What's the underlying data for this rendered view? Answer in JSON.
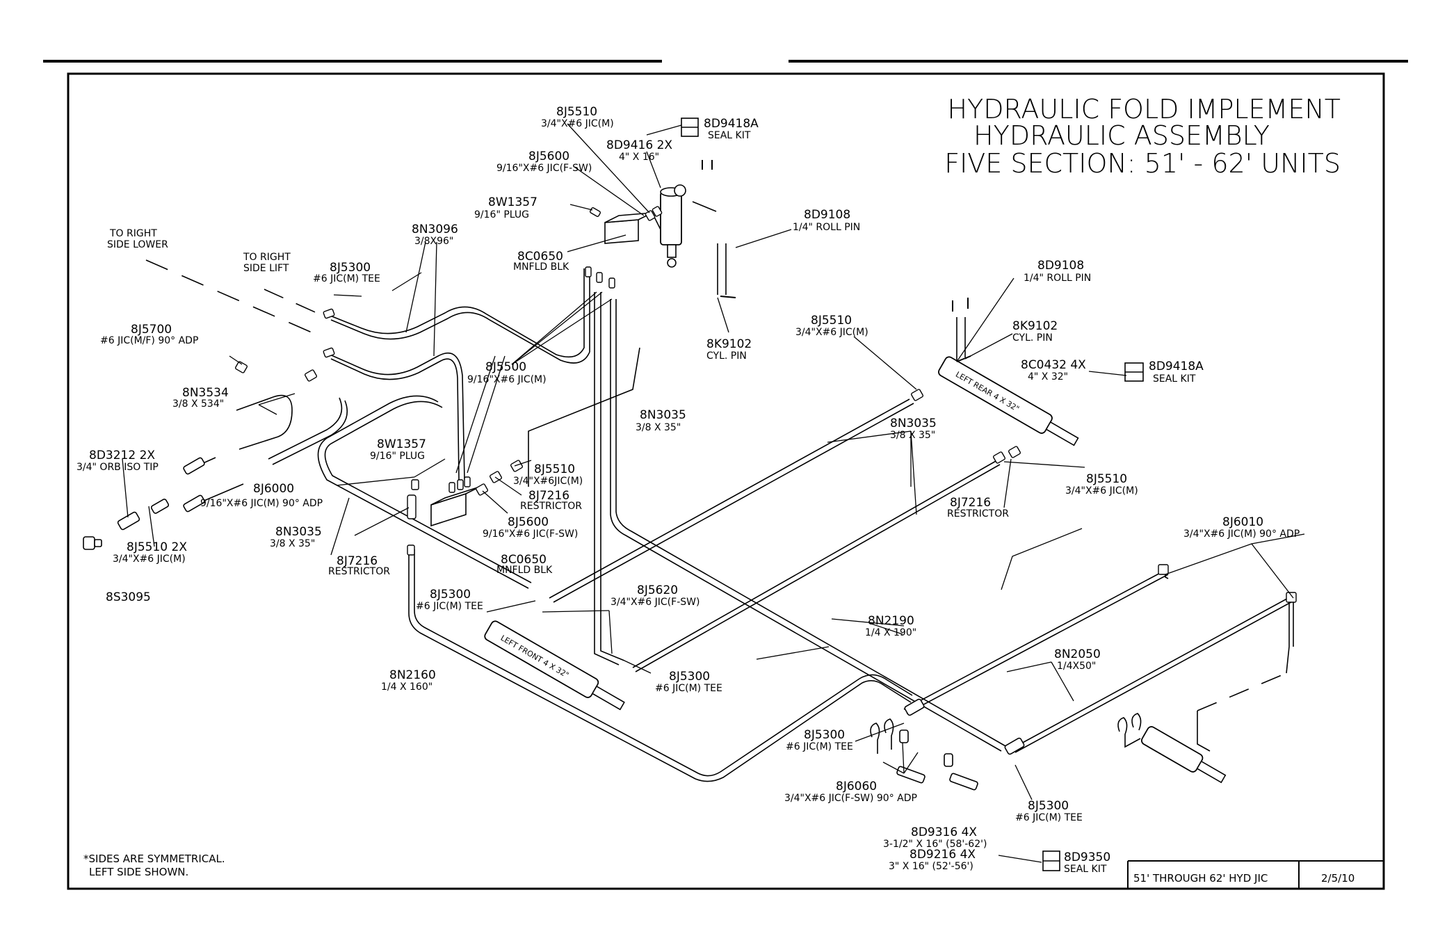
{
  "title": {
    "line1": "HYDRAULIC FOLD IMPLEMENT",
    "line2": "HYDRAULIC ASSEMBLY",
    "line3": "FIVE SECTION: 51' - 62' UNITS"
  },
  "footnote": {
    "line1": "*SIDES ARE SYMMETRICAL.",
    "line2": "LEFT SIDE SHOWN."
  },
  "title_block": {
    "name": "51' THROUGH 62' HYD JIC",
    "date": "2/5/10"
  },
  "callouts": {
    "c1": {
      "part": "8J5510",
      "desc": "3/4\"X#6 JIC(M)"
    },
    "c2": {
      "part": "8D9418A",
      "desc": "SEAL KIT"
    },
    "c3": {
      "part": "8D9416 2X",
      "desc": "4\" X 16\""
    },
    "c4": {
      "part": "8J5600",
      "desc": "9/16\"X#6 JIC(F-SW)"
    },
    "c5": {
      "part": "8W1357",
      "desc": "9/16\" PLUG"
    },
    "c6": {
      "part": "8D9108",
      "desc": "1/4\" ROLL PIN"
    },
    "c7": {
      "part": "8N3096",
      "desc": "3/8X96\""
    },
    "c8": {
      "part": "TO RIGHT",
      "desc": "SIDE LOWER"
    },
    "c9": {
      "part": "TO RIGHT",
      "desc": "SIDE LIFT"
    },
    "c10": {
      "part": "8J5300",
      "desc": "#6 JIC(M) TEE"
    },
    "c11": {
      "part": "8C0650",
      "desc": "MNFLD BLK"
    },
    "c12": {
      "part": "8K9102",
      "desc": "CYL. PIN"
    },
    "c13": {
      "part": "8D9108",
      "desc": "1/4\" ROLL PIN"
    },
    "c14": {
      "part": "8J5700",
      "desc": "#6 JIC(M/F) 90° ADP"
    },
    "c15": {
      "part": "8J5500",
      "desc": "9/16\"X#6 JIC(M)"
    },
    "c16": {
      "part": "8J5510",
      "desc": "3/4\"X#6 JIC(M)"
    },
    "c17": {
      "part": "8K9102",
      "desc": "CYL. PIN"
    },
    "c18": {
      "part": "8C0432 4X",
      "desc": "4\" X 32\""
    },
    "c19": {
      "part": "8D9418A",
      "desc": "SEAL KIT"
    },
    "c20": {
      "part": "8N3534",
      "desc": "3/8 X 534\""
    },
    "c21": {
      "part": "8N3035",
      "desc": "3/8 X 35\""
    },
    "c22": {
      "part": "8N3035",
      "desc": "3/8 X 35\""
    },
    "c23": {
      "part": "8D3212 2X",
      "desc": "3/4\" ORB ISO TIP"
    },
    "c24": {
      "part": "8W1357",
      "desc": "9/16\" PLUG"
    },
    "c25": {
      "part": "8J5510",
      "desc": "3/4\"X#6JIC(M)"
    },
    "c26": {
      "part": "8J7216",
      "desc": "RESTRICTOR"
    },
    "c27": {
      "part": "8J5510",
      "desc": "3/4\"X#6 JIC(M)"
    },
    "c28": {
      "part": "8J6000",
      "desc": "9/16\"X#6 JIC(M) 90° ADP"
    },
    "c29": {
      "part": "8J5600",
      "desc": "9/16\"X#6 JIC(F-SW)"
    },
    "c30": {
      "part": "8J7216",
      "desc": "RESTRICTOR"
    },
    "c31": {
      "part": "8N3035",
      "desc": "3/8 X 35\""
    },
    "c32": {
      "part": "8J5510 2X",
      "desc": "3/4\"X#6 JIC(M)"
    },
    "c33": {
      "part": "8C0650",
      "desc": "MNFLD BLK"
    },
    "c34": {
      "part": "8J7216",
      "desc": "RESTRICTOR"
    },
    "c35": {
      "part": "8J6010",
      "desc": "3/4\"X#6 JIC(M) 90° ADP"
    },
    "c36": {
      "part": "8S3095",
      "desc": ""
    },
    "c37": {
      "part": "8J5300",
      "desc": "#6 JIC(M) TEE"
    },
    "c38": {
      "part": "8J5620",
      "desc": "3/4\"X#6 JIC(F-SW)"
    },
    "c39": {
      "part": "8N2190",
      "desc": "1/4 X 190\""
    },
    "c40": {
      "part": "8N2160",
      "desc": "1/4 X 160\""
    },
    "c41": {
      "part": "8J5300",
      "desc": "#6 JIC(M) TEE"
    },
    "c42": {
      "part": "8N2050",
      "desc": "1/4X50\""
    },
    "c43": {
      "part": "8J5300",
      "desc": "#6 JIC(M) TEE"
    },
    "c44": {
      "part": "8J6060",
      "desc": "3/4\"X#6 JIC(F-SW) 90° ADP"
    },
    "c45": {
      "part": "8J5300",
      "desc": "#6 JIC(M) TEE"
    },
    "c46": {
      "part": "8D9316 4X",
      "desc": "3-1/2\" X 16\" (58'-62')"
    },
    "c47": {
      "part": "8D9216 4X",
      "desc": "3\" X 16\" (52'-56')"
    },
    "c48": {
      "part": "8D9350",
      "desc": "SEAL KIT"
    }
  },
  "cylinder_labels": {
    "left_rear": "LEFT REAR 4 X 32\"",
    "left_front": "LEFT FRONT 4 X 32\""
  }
}
